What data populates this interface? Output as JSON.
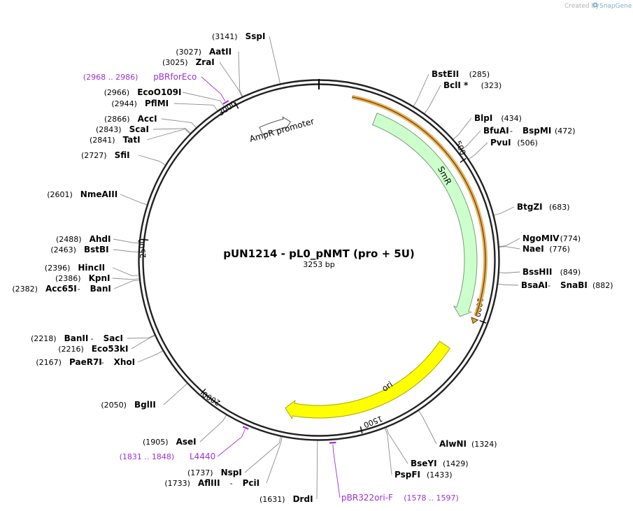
{
  "credit": {
    "prefix": "Created by",
    "brand": "SnapGene"
  },
  "plasmid": {
    "name": "pUN1214 - pL0_pNMT (pro + 5U)",
    "length_label": "3253 bp",
    "length_bp": 3253
  },
  "ticks": [
    {
      "bp": 500,
      "label": "500"
    },
    {
      "bp": 1000,
      "label": "1000"
    },
    {
      "bp": 1500,
      "label": "1500"
    },
    {
      "bp": 2000,
      "label": "2000"
    },
    {
      "bp": 2500,
      "label": "2500"
    },
    {
      "bp": 3000,
      "label": "3000"
    }
  ],
  "features": [
    {
      "name": "SmR",
      "type": "CDS",
      "color": "#ccffcc",
      "stroke": "#7a9c7a",
      "start": 200,
      "end": 1000
    },
    {
      "name": "ori",
      "type": "rep_origin",
      "color": "#ffff00",
      "stroke": "#a6a600",
      "start": 1130,
      "end": 1725
    },
    {
      "name": "AmpR promoter",
      "type": "promoter",
      "color": "#ffffff",
      "stroke": "#555555",
      "start": 3030,
      "end": 3140
    }
  ],
  "selection": {
    "color": "#e8a33c",
    "start": 3253,
    "end": 1000
  },
  "sites": [
    {
      "parts": [
        "SspI"
      ],
      "pos": "(3141)",
      "bp": 3141
    },
    {
      "parts": [
        "AatII"
      ],
      "pos": "(3027)",
      "bp": 3027
    },
    {
      "parts": [
        "ZraI"
      ],
      "pos": "(3025)",
      "bp": 3025
    },
    {
      "parts": [
        "EcoO109I"
      ],
      "pos": "(2966)",
      "bp": 2966
    },
    {
      "parts": [
        "PflMI"
      ],
      "pos": "(2944)",
      "bp": 2944
    },
    {
      "parts": [
        "AccI"
      ],
      "pos": "(2866)",
      "bp": 2866
    },
    {
      "parts": [
        "ScaI"
      ],
      "pos": "(2843)",
      "bp": 2843
    },
    {
      "parts": [
        "TatI"
      ],
      "pos": "(2841)",
      "bp": 2841
    },
    {
      "parts": [
        "SfiI"
      ],
      "pos": "(2727)",
      "bp": 2727
    },
    {
      "parts": [
        "NmeAIII"
      ],
      "pos": "(2601)",
      "bp": 2601
    },
    {
      "parts": [
        "AhdI"
      ],
      "pos": "(2488)",
      "bp": 2488
    },
    {
      "parts": [
        "BstBI"
      ],
      "pos": "(2463)",
      "bp": 2463
    },
    {
      "parts": [
        "HincII"
      ],
      "pos": "(2396)",
      "bp": 2396
    },
    {
      "parts": [
        "KpnI"
      ],
      "pos": "(2386)",
      "bp": 2386
    },
    {
      "parts": [
        "Acc65I",
        "BanI"
      ],
      "pos": "(2382)",
      "bp": 2382
    },
    {
      "parts": [
        "BanII",
        "SacI"
      ],
      "pos": "(2218)",
      "bp": 2218
    },
    {
      "parts": [
        "Eco53kI"
      ],
      "pos": "(2216)",
      "bp": 2216
    },
    {
      "parts": [
        "PaeR7I",
        "XhoI"
      ],
      "pos": "(2167)",
      "bp": 2167
    },
    {
      "parts": [
        "BglII"
      ],
      "pos": "(2050)",
      "bp": 2050
    },
    {
      "parts": [
        "AseI"
      ],
      "pos": "(1905)",
      "bp": 1905
    },
    {
      "parts": [
        "NspI"
      ],
      "pos": "(1737)",
      "bp": 1737
    },
    {
      "parts": [
        "AflIII",
        "PciI"
      ],
      "pos": "(1733)",
      "bp": 1733
    },
    {
      "parts": [
        "DrdI"
      ],
      "pos": "(1631)",
      "bp": 1631
    },
    {
      "parts": [
        "BstEII"
      ],
      "pos": "(285)",
      "bp": 285
    },
    {
      "parts": [
        "BclI *"
      ],
      "pos": "(323)",
      "bp": 323
    },
    {
      "parts": [
        "BlpI"
      ],
      "pos": "(434)",
      "bp": 434
    },
    {
      "parts": [
        "BfuAI",
        "BspMI"
      ],
      "pos": "(472)",
      "bp": 472
    },
    {
      "parts": [
        "PvuI"
      ],
      "pos": "(506)",
      "bp": 506
    },
    {
      "parts": [
        "BtgZI"
      ],
      "pos": "(683)",
      "bp": 683
    },
    {
      "parts": [
        "NgoMIV"
      ],
      "pos": "(774)",
      "bp": 774
    },
    {
      "parts": [
        "NaeI"
      ],
      "pos": "(776)",
      "bp": 776
    },
    {
      "parts": [
        "BssHII"
      ],
      "pos": "(849)",
      "bp": 849
    },
    {
      "parts": [
        "BsaAI",
        "SnaBI"
      ],
      "pos": "(882)",
      "bp": 882
    },
    {
      "parts": [
        "AlwNI"
      ],
      "pos": "(1324)",
      "bp": 1324
    },
    {
      "parts": [
        "BseYI"
      ],
      "pos": "(1429)",
      "bp": 1429
    },
    {
      "parts": [
        "PspFI"
      ],
      "pos": "(1433)",
      "bp": 1433
    }
  ],
  "primers": [
    {
      "name": "pBRforEco",
      "pos": "(2968 .. 2986)",
      "start": 2968,
      "end": 2986
    },
    {
      "name": "L4440",
      "pos": "(1831 .. 1848)",
      "start": 1831,
      "end": 1848
    },
    {
      "name": "pBR322ori-F",
      "pos": "(1578 .. 1597)",
      "start": 1578,
      "end": 1597
    }
  ]
}
